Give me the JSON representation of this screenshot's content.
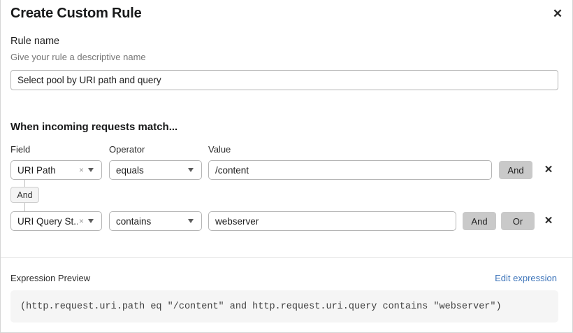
{
  "modal": {
    "title": "Create Custom Rule",
    "close_icon": "close-icon"
  },
  "rule_name": {
    "label": "Rule name",
    "help_text": "Give your rule a descriptive name",
    "value": "Select pool by URI path and query",
    "placeholder": ""
  },
  "conditions_section": {
    "heading": "When incoming requests match...",
    "columns": {
      "field": "Field",
      "operator": "Operator",
      "value": "Value"
    },
    "connector": {
      "label": "And"
    },
    "rows": [
      {
        "field": "URI Path",
        "operator": "equals",
        "value": "/content",
        "value_placeholder": "",
        "buttons": [
          "And"
        ],
        "clear_icon": "clear-icon",
        "chevron_icon": "chevron-down-icon",
        "delete_icon": "delete-icon"
      },
      {
        "field": "URI Query St...",
        "operator": "contains",
        "value": "webserver",
        "value_placeholder": "",
        "buttons": [
          "And",
          "Or"
        ],
        "clear_icon": "clear-icon",
        "chevron_icon": "chevron-down-icon",
        "delete_icon": "delete-icon"
      }
    ]
  },
  "expression_preview": {
    "label": "Expression Preview",
    "edit_link": "Edit expression",
    "expression": "(http.request.uri.path eq \"/content\" and http.request.uri.query contains \"webserver\")"
  },
  "colors": {
    "link": "#3b73b9",
    "logic_button_bg": "#c9c9c9",
    "preview_bg": "#f5f5f5",
    "border": "#b5b5b5"
  },
  "icons": {
    "close": "✕",
    "clear": "×",
    "delete": "✕"
  }
}
